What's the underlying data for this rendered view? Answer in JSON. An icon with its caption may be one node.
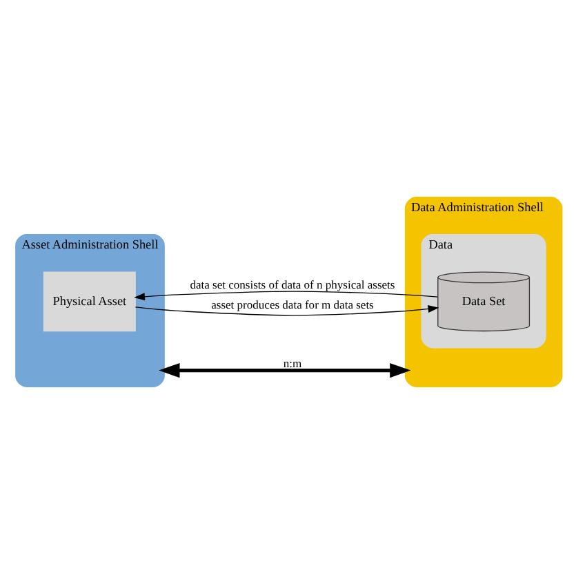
{
  "diagram": {
    "nodes": [
      {
        "text": [
          "Data Administration Shell"
        ]
      },
      {
        "text": [
          "Data"
        ],
        "in": 0
      },
      {
        "text": [
          "Data Set"
        ],
        "in": 1
      },
      {
        "text": [
          "Asset Administration Shell"
        ]
      },
      {
        "text": [
          "Physical Asset"
        ],
        "in": 3
      }
    ],
    "edges": [
      {
        "from": 3,
        "to": 0,
        "arrow": "both",
        "label": "n:m",
        "style": "thick"
      },
      {
        "from": 4,
        "to": 2,
        "arrow": "to",
        "label": "asset produces data for m data sets"
      },
      {
        "from": 2,
        "to": 4,
        "arrow": "to",
        "label": "data set consists of data of n physical assets"
      }
    ]
  }
}
